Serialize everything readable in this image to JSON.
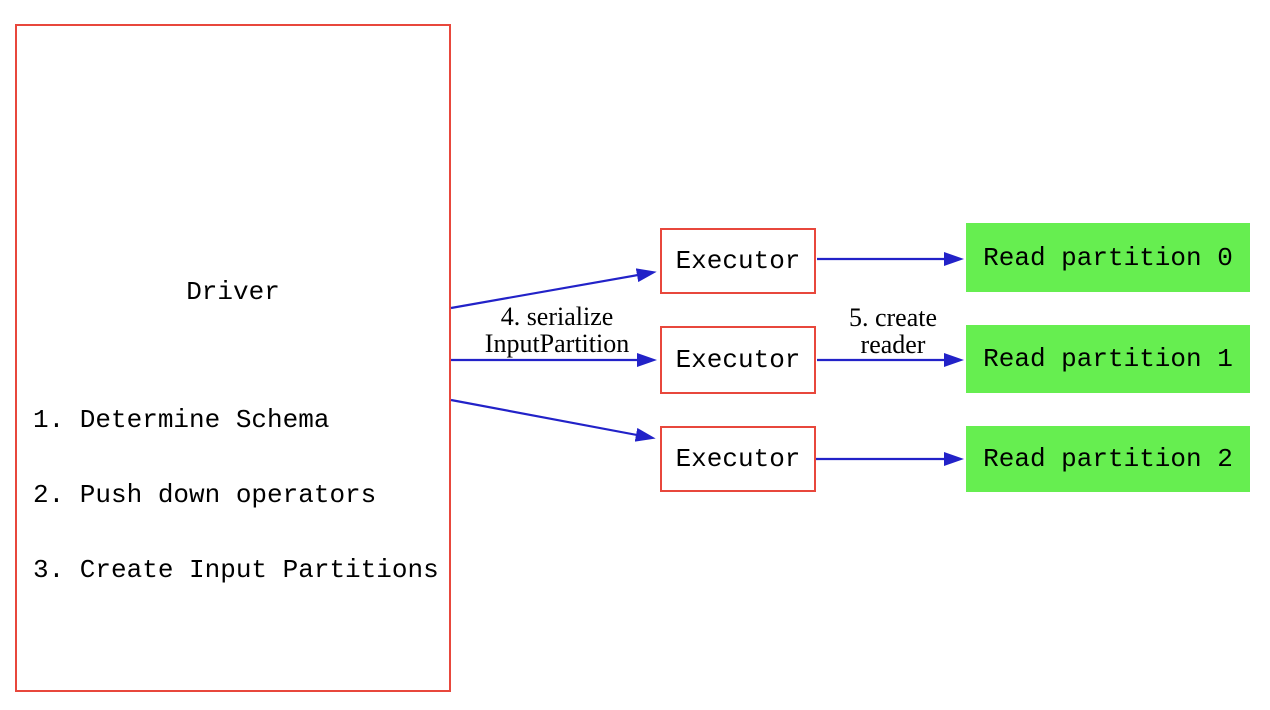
{
  "diagram": {
    "driver": {
      "title": "Driver",
      "steps": [
        "1. Determine Schema",
        "2. Push down operators",
        "3. Create Input Partitions"
      ]
    },
    "executors": [
      {
        "label": "Executor"
      },
      {
        "label": "Executor"
      },
      {
        "label": "Executor"
      }
    ],
    "read_partitions": [
      {
        "label": "Read partition 0"
      },
      {
        "label": "Read partition 1"
      },
      {
        "label": "Read partition 2"
      }
    ],
    "arrow_labels": {
      "serialize_line1": "4. serialize",
      "serialize_line2": "InputPartition",
      "create_reader_line1": "5. create",
      "create_reader_line2": "reader"
    },
    "colors": {
      "box_border_red": "#e8473c",
      "arrow_blue": "#2222c8",
      "partition_green": "#66ee50",
      "text_black": "#000000"
    }
  }
}
